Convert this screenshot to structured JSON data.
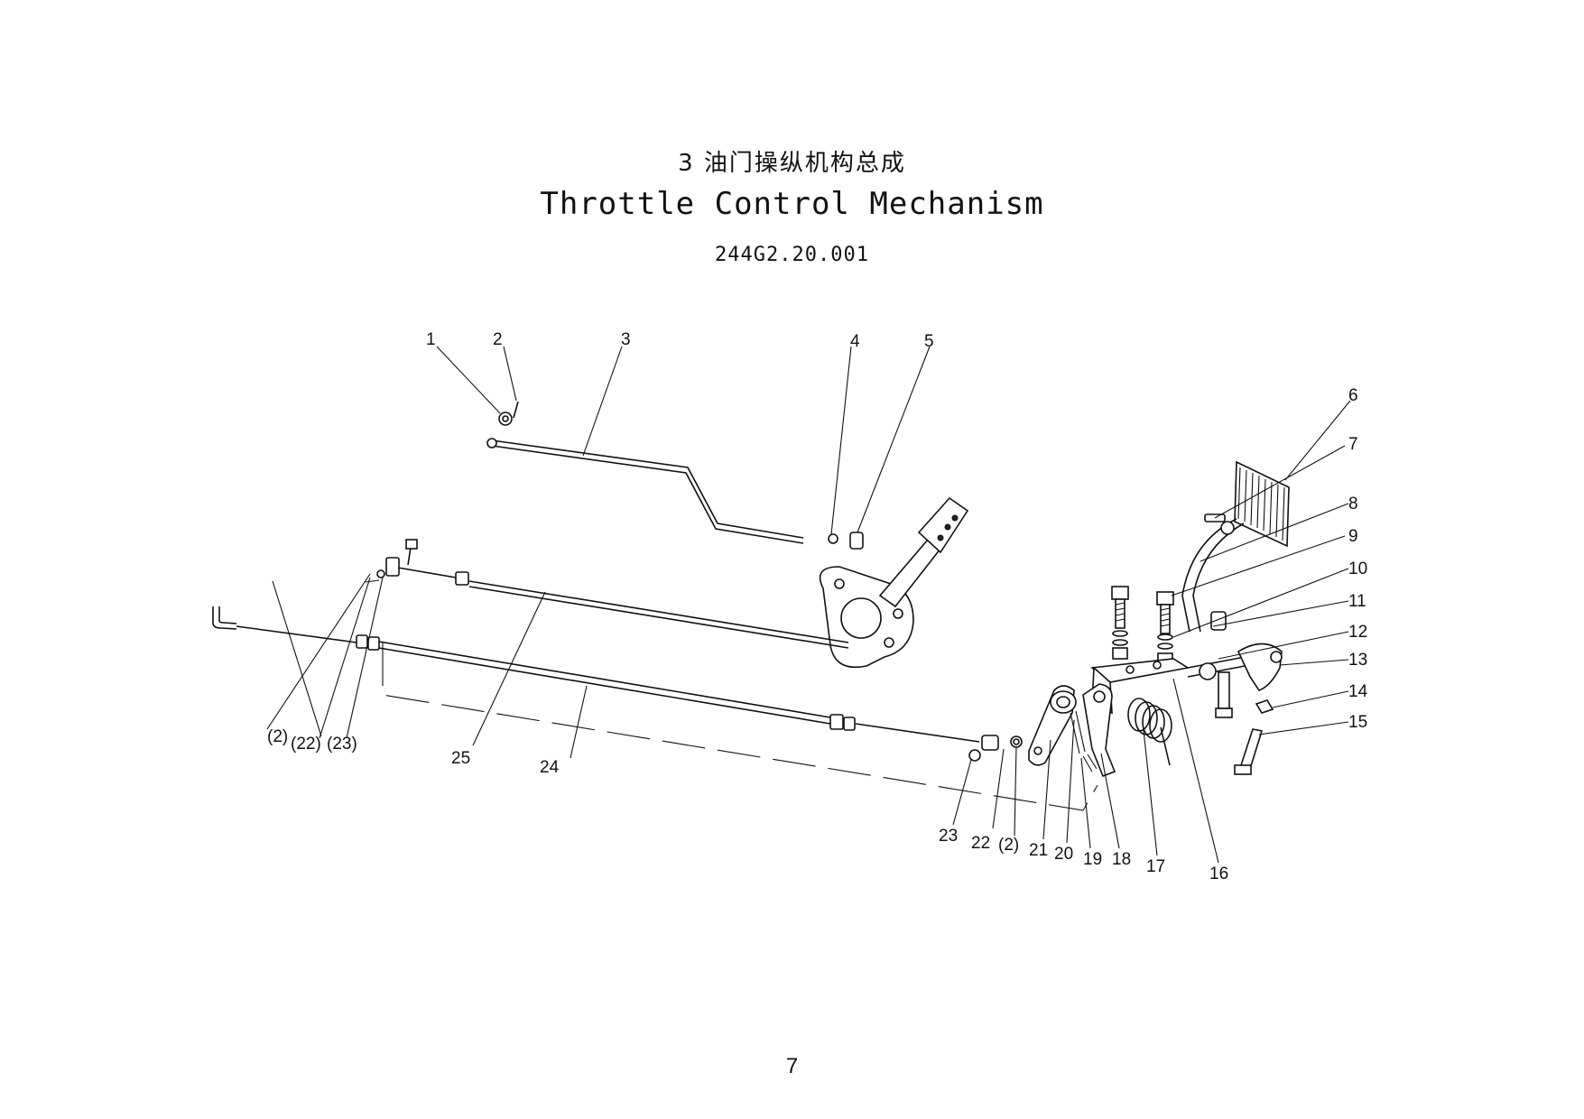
{
  "header": {
    "title_cn": "3 油门操纵机构总成",
    "title_en": "Throttle Control Mechanism",
    "part_number": "244G2.20.001"
  },
  "callouts": [
    {
      "label": "1"
    },
    {
      "label": "2"
    },
    {
      "label": "3"
    },
    {
      "label": "4"
    },
    {
      "label": "5"
    },
    {
      "label": "6"
    },
    {
      "label": "7"
    },
    {
      "label": "8"
    },
    {
      "label": "9"
    },
    {
      "label": "10"
    },
    {
      "label": "11"
    },
    {
      "label": "12"
    },
    {
      "label": "13"
    },
    {
      "label": "14"
    },
    {
      "label": "15"
    },
    {
      "label": "16"
    },
    {
      "label": "17"
    },
    {
      "label": "18"
    },
    {
      "label": "19"
    },
    {
      "label": "20"
    },
    {
      "label": "21"
    },
    {
      "label": "22"
    },
    {
      "label": "(2)"
    },
    {
      "label": "23"
    },
    {
      "label": "24"
    },
    {
      "label": "25"
    },
    {
      "label": "(2)"
    },
    {
      "label": "(22)"
    },
    {
      "label": "(23)"
    }
  ],
  "footer": {
    "page_number": "7"
  }
}
